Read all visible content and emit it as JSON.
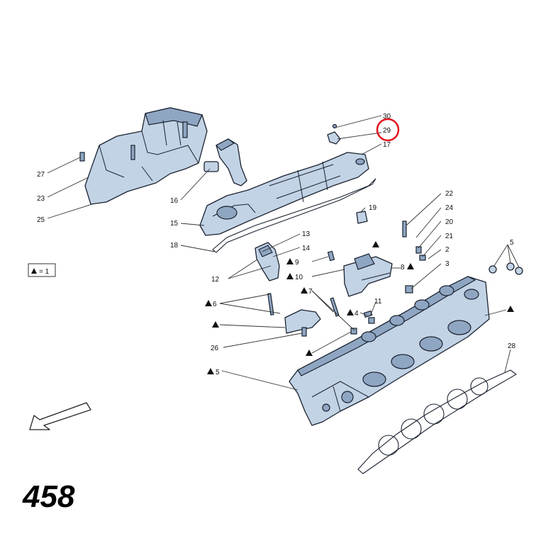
{
  "diagram": {
    "model_number": "458",
    "legend_text": "= 1",
    "labels": {
      "n30": "30",
      "n29": "29",
      "n17": "17",
      "n27": "27",
      "n23": "23",
      "n25": "25",
      "n16": "16",
      "n15": "15",
      "n18": "18",
      "n19": "19",
      "n13": "13",
      "n14": "14",
      "n12": "12",
      "n9": "9",
      "n10": "10",
      "n22": "22",
      "n24": "24",
      "n20": "20",
      "n21": "21",
      "n2": "2",
      "n3": "3",
      "n8": "8",
      "n5a": "5",
      "n5b": "5",
      "n6": "6",
      "n7": "7",
      "n4": "4",
      "n11": "11",
      "n26": "26",
      "n28": "28"
    },
    "highlighted_label": "29",
    "colors": {
      "part_fill": "#c3d3e6",
      "outline": "#1a2230",
      "highlight": "#e0141c"
    }
  }
}
